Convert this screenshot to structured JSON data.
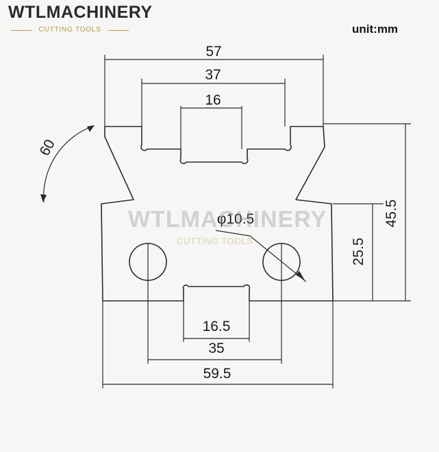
{
  "logo": {
    "name": "WTLMACHINERY",
    "tagline": "CUTTING TOOLS"
  },
  "unit_label": "unit:mm",
  "watermark": {
    "name": "WTLMACHINERY",
    "tagline": "CUTTING TOOLS"
  },
  "dimensions": {
    "overall_top_width": "57",
    "slot_outer_width": "37",
    "slot_inner_width": "16",
    "angle": "60",
    "hole_diameter": "φ10.5",
    "overall_height": "45.5",
    "lower_height": "25.5",
    "bottom_slot_width": "16.5",
    "hole_spacing": "35",
    "overall_bottom_width": "59.5"
  },
  "colors": {
    "line": "#2b2b2b",
    "text": "#1a1a1a",
    "logo_accent": "#b89a4a"
  }
}
